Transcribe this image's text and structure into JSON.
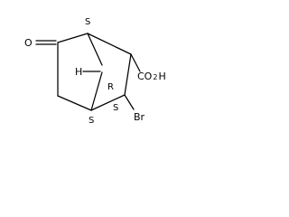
{
  "molecule": {
    "atoms": {
      "oxygen": "O",
      "hydrogen": "H",
      "carboxyl": "CO",
      "carboxyl_oh": "OH",
      "carboxyl_sub": "2",
      "bromine": "Br"
    },
    "stereo_labels": {
      "c1": "S",
      "c4": "S",
      "c7": "R",
      "c3": "S"
    }
  },
  "colors": {
    "line": "#000000",
    "background": "#ffffff"
  }
}
